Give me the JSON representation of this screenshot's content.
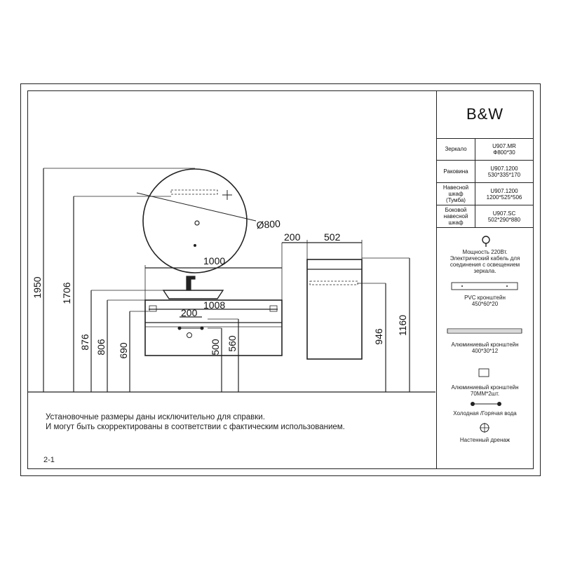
{
  "brand": "B&W",
  "specs": [
    {
      "label": [
        "Зеркало"
      ],
      "value": [
        "U907.MR",
        "Ф800*30"
      ]
    },
    {
      "label": [
        "Раковина"
      ],
      "value": [
        "U907.1200",
        "530*335*170"
      ]
    },
    {
      "label": [
        "Навесной",
        "шкаф",
        "(Тумба)"
      ],
      "value": [
        "U907.1200",
        "1200*525*506"
      ]
    },
    {
      "label": [
        "Боковой",
        "навесной",
        "шкаф"
      ],
      "value": [
        "U907.SC",
        "502*290*880"
      ]
    }
  ],
  "legend": {
    "power": [
      "Мощность 220Вт.",
      "Электрический кабель для",
      "соединения с освещением",
      "зеркала."
    ],
    "pvc": [
      "PVC кронштейн",
      "450*60*20"
    ],
    "alu_long": [
      "Алюминиевый кронштейн",
      "400*30*12"
    ],
    "alu_small": [
      "Алюминиевый кронштейн",
      "70MM*2шт."
    ],
    "water": [
      "Холодная /Горячая вода"
    ],
    "drain": [
      "Настенный дренаж"
    ]
  },
  "notes": [
    "Установочные размеры даны исключительно для справки.",
    "И могут быть скорректированы в соответствии с фактическим использованием."
  ],
  "page_number": "2-1",
  "dimensions": {
    "mirror_diameter": "Ø800",
    "vanity_width": "1000",
    "side_gap": "200",
    "side_width": "502",
    "basin_width": "1008",
    "pipe_spacing": "200",
    "h_mirror_top": "1950",
    "h_mirror_bracket": "1706",
    "h_basin_top": "876",
    "h_vanity_top": "806",
    "h_drain": "690",
    "h_water_500": "500",
    "h_water_560": "560",
    "h_side_bracket": "946",
    "h_side_top": "1160"
  }
}
